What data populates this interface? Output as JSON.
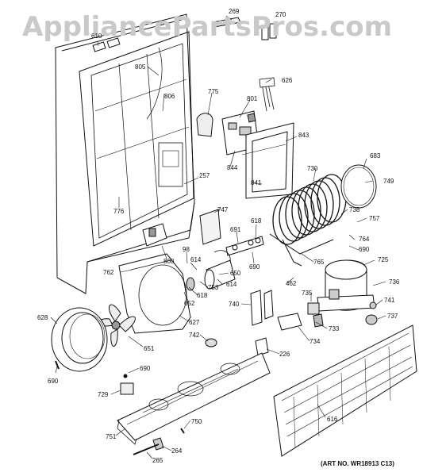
{
  "watermark": "AppliancePartsPros.com",
  "art_number": "(ART NO. WR18913 C13)",
  "labels": [
    {
      "id": "269",
      "text": "269"
    },
    {
      "id": "270",
      "text": "270"
    },
    {
      "id": "610",
      "text": "610"
    },
    {
      "id": "805",
      "text": "805"
    },
    {
      "id": "806",
      "text": "806"
    },
    {
      "id": "626",
      "text": "626"
    },
    {
      "id": "775",
      "text": "775"
    },
    {
      "id": "801",
      "text": "801"
    },
    {
      "id": "843",
      "text": "843"
    },
    {
      "id": "844",
      "text": "844"
    },
    {
      "id": "257",
      "text": "257"
    },
    {
      "id": "841",
      "text": "841"
    },
    {
      "id": "683",
      "text": "683"
    },
    {
      "id": "730",
      "text": "730"
    },
    {
      "id": "749",
      "text": "749"
    },
    {
      "id": "776",
      "text": "776"
    },
    {
      "id": "747",
      "text": "747"
    },
    {
      "id": "618a",
      "text": "618"
    },
    {
      "id": "738",
      "text": "738"
    },
    {
      "id": "757",
      "text": "757"
    },
    {
      "id": "691",
      "text": "691"
    },
    {
      "id": "764",
      "text": "764"
    },
    {
      "id": "690a",
      "text": "690"
    },
    {
      "id": "98",
      "text": "98"
    },
    {
      "id": "614a",
      "text": "614"
    },
    {
      "id": "800",
      "text": "800"
    },
    {
      "id": "690b",
      "text": "690"
    },
    {
      "id": "765",
      "text": "765"
    },
    {
      "id": "725",
      "text": "725"
    },
    {
      "id": "762",
      "text": "762"
    },
    {
      "id": "650",
      "text": "650"
    },
    {
      "id": "753",
      "text": "753"
    },
    {
      "id": "614b",
      "text": "614"
    },
    {
      "id": "462",
      "text": "462"
    },
    {
      "id": "736",
      "text": "736"
    },
    {
      "id": "618b",
      "text": "618"
    },
    {
      "id": "652",
      "text": "652"
    },
    {
      "id": "735",
      "text": "735"
    },
    {
      "id": "741",
      "text": "741"
    },
    {
      "id": "740",
      "text": "740"
    },
    {
      "id": "628",
      "text": "628"
    },
    {
      "id": "627",
      "text": "627"
    },
    {
      "id": "737",
      "text": "737"
    },
    {
      "id": "733",
      "text": "733"
    },
    {
      "id": "742",
      "text": "742"
    },
    {
      "id": "651",
      "text": "651"
    },
    {
      "id": "734",
      "text": "734"
    },
    {
      "id": "226",
      "text": "226"
    },
    {
      "id": "690c",
      "text": "690"
    },
    {
      "id": "690d",
      "text": "690"
    },
    {
      "id": "729",
      "text": "729"
    },
    {
      "id": "616",
      "text": "616"
    },
    {
      "id": "750",
      "text": "750"
    },
    {
      "id": "751",
      "text": "751"
    },
    {
      "id": "264",
      "text": "264"
    },
    {
      "id": "265",
      "text": "265"
    }
  ]
}
